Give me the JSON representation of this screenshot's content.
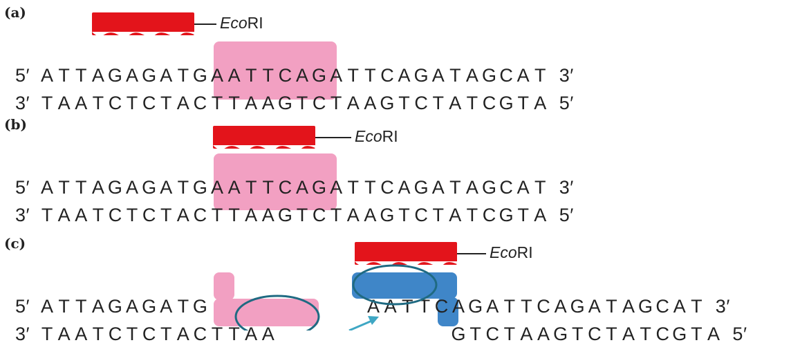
{
  "enzyme": {
    "prefix": "Eco",
    "suffix": "RI"
  },
  "ends": {
    "five": "5′",
    "three": "3′"
  },
  "panels": [
    {
      "label": "(a)",
      "top": {
        "left": "5′",
        "seq": "ATTAGAGATGAATTCAGATTCAGATAGCAT",
        "right": "3′"
      },
      "bottom": {
        "left": "3′",
        "seq": "TAATCTCTACTTAAGTCTAAGTCTATCGTA",
        "right": "5′"
      }
    },
    {
      "label": "(b)",
      "top": {
        "left": "5′",
        "seq": "ATTAGAGATGAATTCAGATTCAGATAGCAT",
        "right": "3′"
      },
      "bottom": {
        "left": "3′",
        "seq": "TAATCTCTACTTAAGTCTAAGTCTATCGTA",
        "right": "5′"
      }
    },
    {
      "label": "(c)",
      "left_fragment": {
        "top": {
          "left": "5′",
          "seq": "ATTAGAGATG"
        },
        "bottom": {
          "left": "3′",
          "seq": "TAATCTCTACTTAA"
        }
      },
      "right_fragment": {
        "top": {
          "seq": "AATTCAGATTCAGATAGCAT",
          "right": "3′"
        },
        "bottom": {
          "seq": "GTCTAAGTCTATCGTA",
          "right": "5′"
        }
      }
    }
  ],
  "colors": {
    "recognition_site": "#f2a0c2",
    "sticky_end": "#3f86c8",
    "enzyme": "#e3141b",
    "annotation": "#1f6a82",
    "arrow": "#3fa7c4"
  }
}
